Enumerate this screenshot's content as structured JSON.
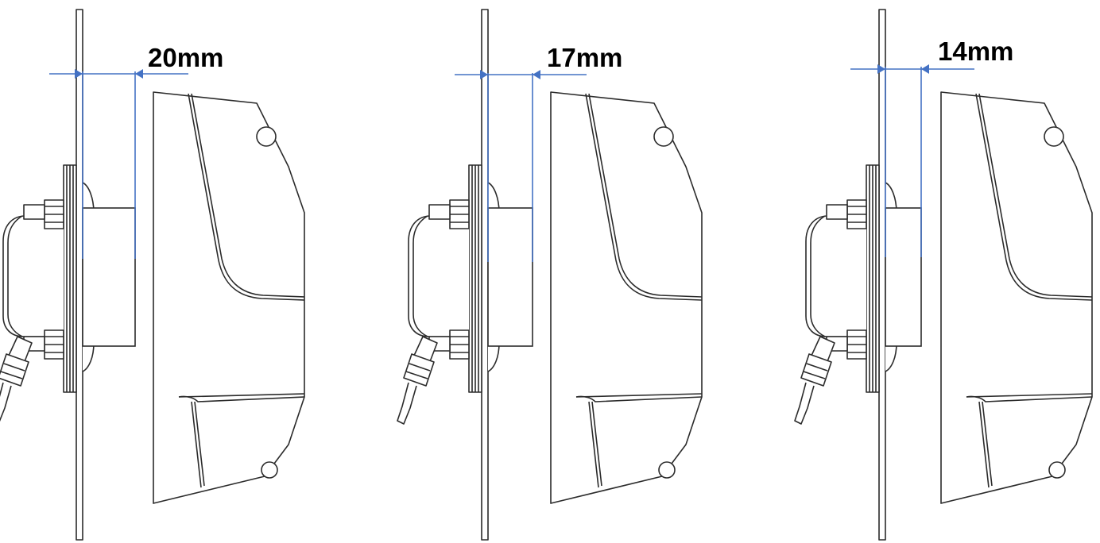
{
  "colors": {
    "line": "#2b2b2b",
    "dimension": "#4472c4",
    "background": "#ffffff"
  },
  "dimensions": [
    {
      "label": "20mm",
      "value_mm": 20
    },
    {
      "label": "17mm",
      "value_mm": 17
    },
    {
      "label": "14mm",
      "value_mm": 14
    }
  ]
}
